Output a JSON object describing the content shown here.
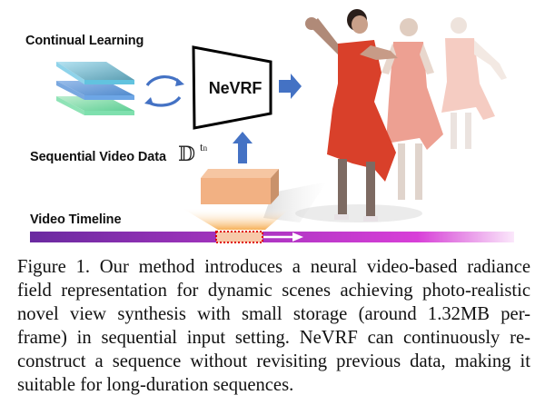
{
  "figure": {
    "labels": {
      "continual_learning": "Continual Learning",
      "model_name": "NeVRF",
      "sequential_video_data": "Sequential Video Data",
      "data_symbol": "𝔻",
      "data_superscript": "t",
      "data_superscript_sub": "n",
      "video_timeline": "Video Timeline"
    },
    "colors": {
      "arrow_blue": "#4472c4",
      "layer_top": "#7fb3c9",
      "layer_mid": "#5b8fd1",
      "layer_bottom": "#7fdba8",
      "data_block": "#f2b183",
      "timeline_start": "#6a2aa0",
      "timeline_mid": "#d33fd6",
      "highlight_border": "#e00000"
    }
  },
  "caption": {
    "lines": [
      "Figure 1.  Our method introduces a neural video-based radiance",
      "field representation for dynamic scenes achieving photo-realistic",
      "novel view synthesis with small storage (around 1.32MB per-",
      "frame) in sequential input setting.  NeVRF can continuously re-",
      "construct a sequence without revisiting previous data, making it",
      "suitable for long-duration sequences."
    ]
  }
}
